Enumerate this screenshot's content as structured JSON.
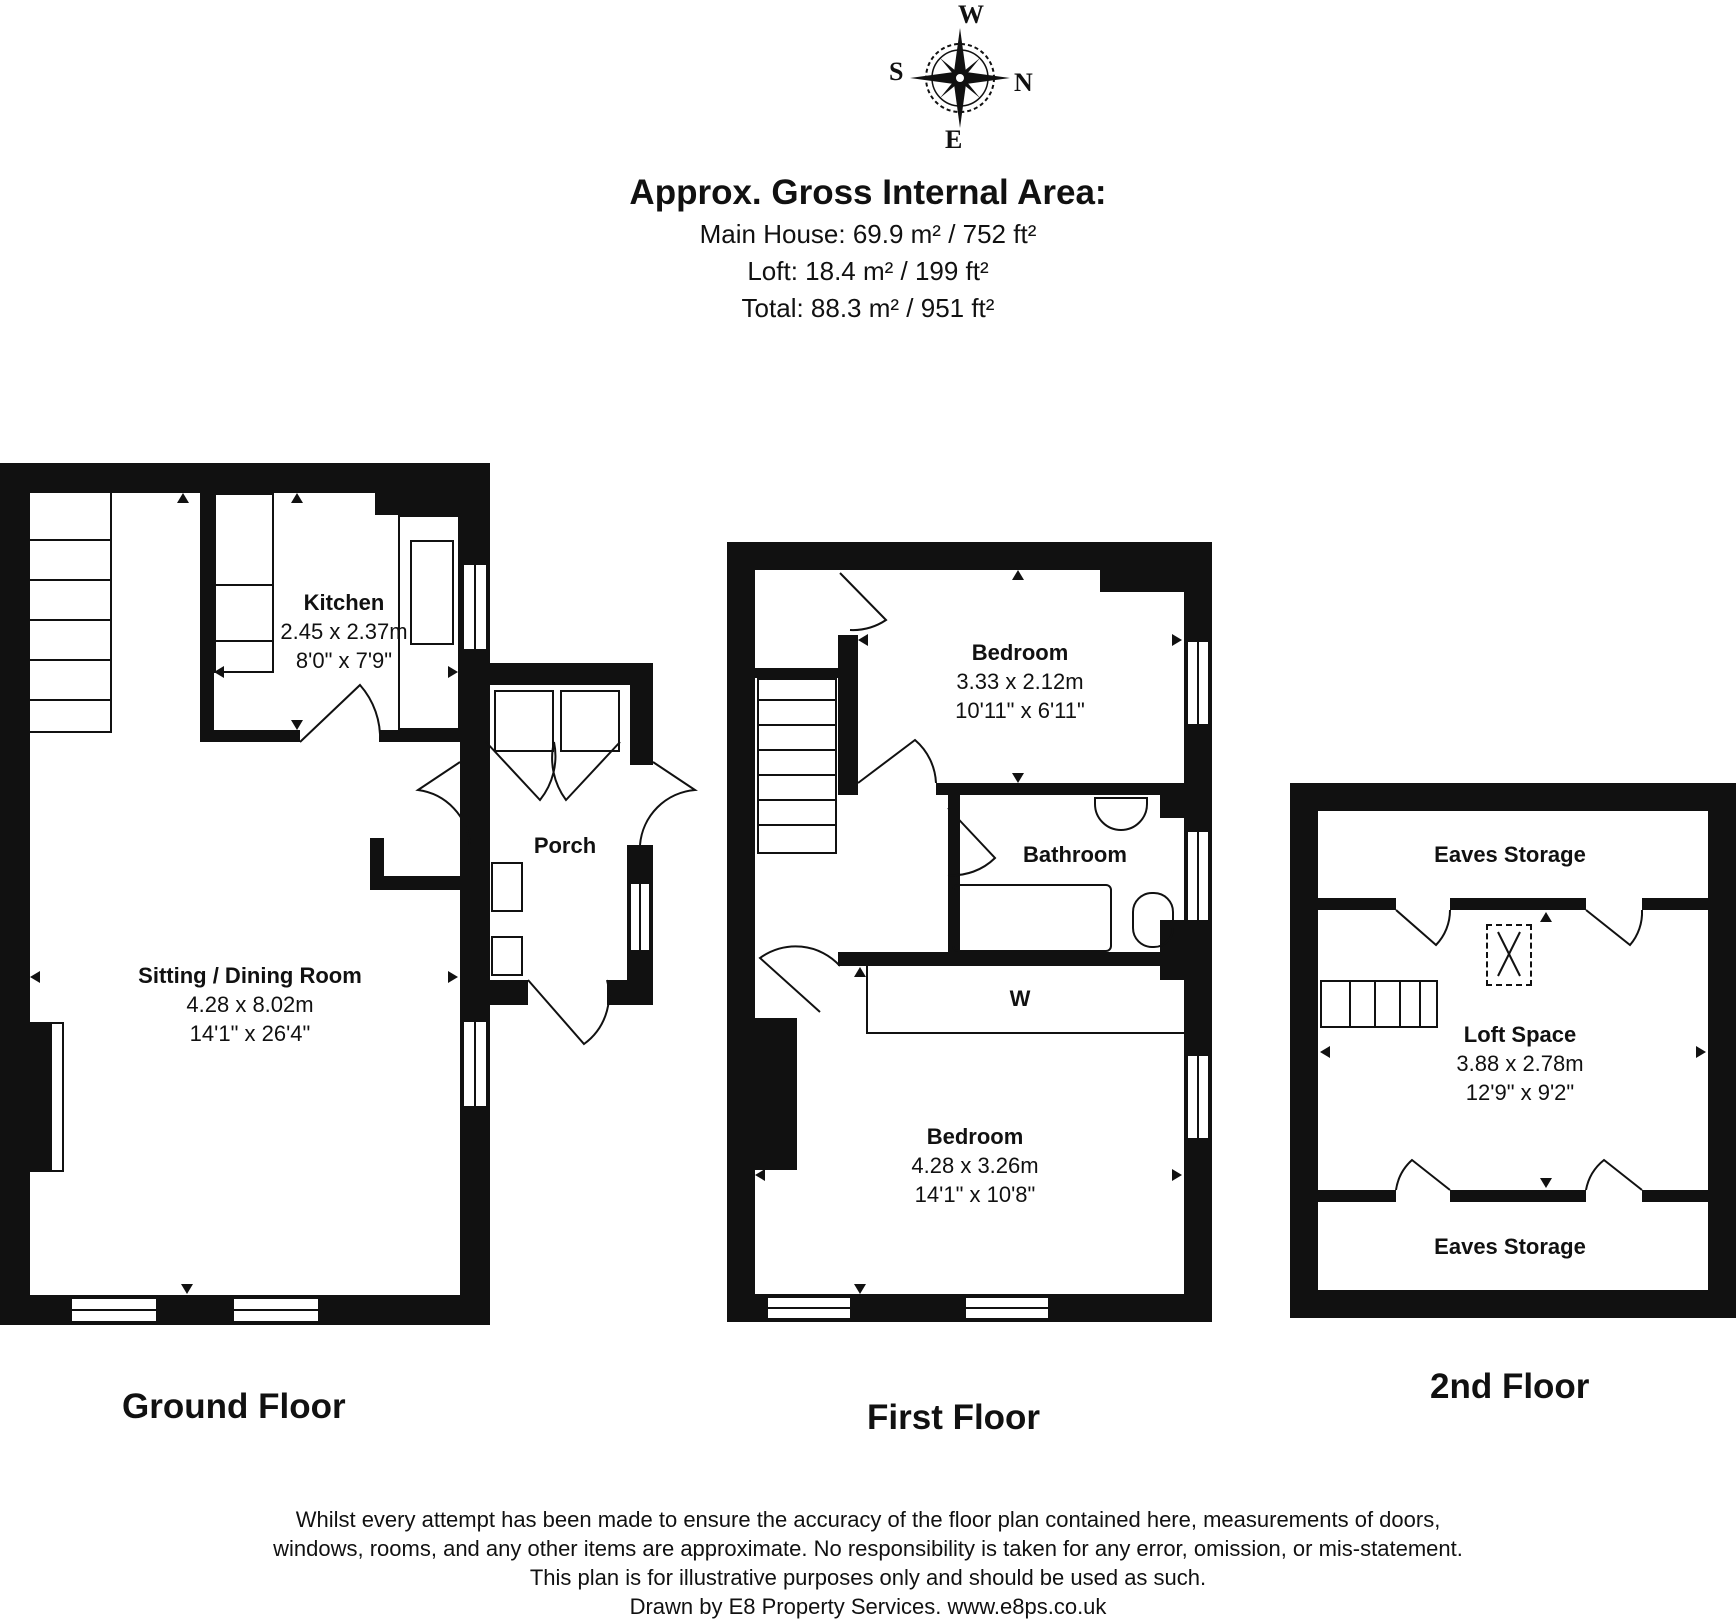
{
  "compass": {
    "north": "N",
    "south": "S",
    "east": "E",
    "west": "W"
  },
  "area": {
    "heading": "Approx. Gross Internal Area:",
    "main_house": "Main House: 69.9 m² / 752 ft²",
    "loft": "Loft: 18.4 m² / 199 ft²",
    "total": "Total: 88.3 m² / 951 ft²"
  },
  "floors": {
    "ground": {
      "title": "Ground Floor",
      "rooms": {
        "kitchen": {
          "name": "Kitchen",
          "metric": "2.45 x 2.37m",
          "imperial": "8'0\" x 7'9\""
        },
        "sitting": {
          "name": "Sitting / Dining Room",
          "metric": "4.28 x 8.02m",
          "imperial": "14'1\" x 26'4\""
        },
        "porch": {
          "name": "Porch"
        }
      }
    },
    "first": {
      "title": "First Floor",
      "rooms": {
        "bedroom1": {
          "name": "Bedroom",
          "metric": "3.33 x 2.12m",
          "imperial": "10'11\" x 6'11\""
        },
        "bathroom": {
          "name": "Bathroom"
        },
        "wardrobe": {
          "name": "W"
        },
        "bedroom2": {
          "name": "Bedroom",
          "metric": "4.28 x 3.26m",
          "imperial": "14'1\" x 10'8\""
        }
      }
    },
    "second": {
      "title": "2nd Floor",
      "rooms": {
        "eaves_top": {
          "name": "Eaves Storage"
        },
        "loft": {
          "name": "Loft Space",
          "metric": "3.88 x 2.78m",
          "imperial": "12'9\" x 9'2\""
        },
        "eaves_bottom": {
          "name": "Eaves Storage"
        }
      }
    }
  },
  "disclaimer": {
    "line1": "Whilst every attempt has been made to ensure the accuracy of the floor plan contained here, measurements of doors,",
    "line2": "windows, rooms, and any other items are approximate. No responsibility is taken for any error, omission, or mis-statement.",
    "line3": "This plan is for illustrative purposes only and should be used as such.",
    "line4": "Drawn by E8 Property Services. www.e8ps.co.uk"
  }
}
